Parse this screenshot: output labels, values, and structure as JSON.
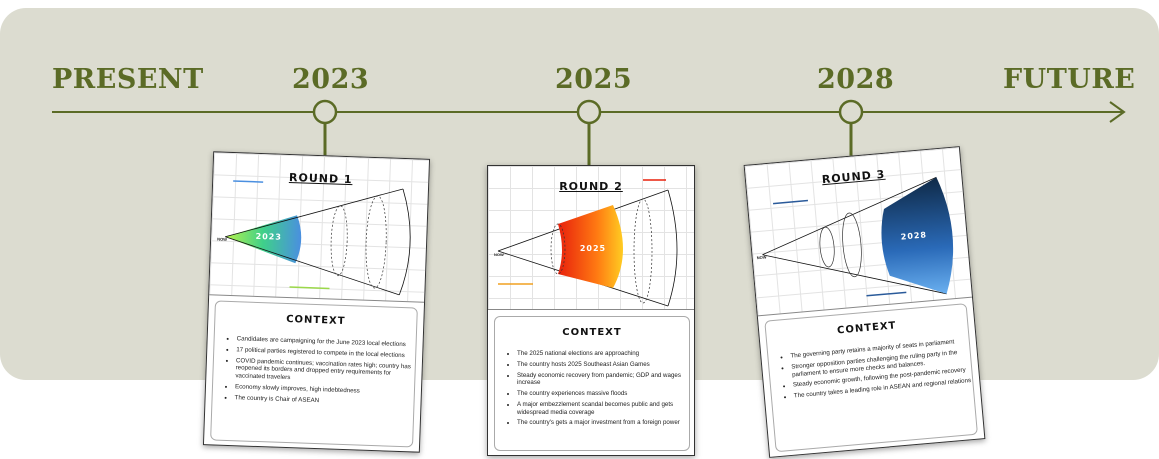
{
  "timeline": {
    "start_label": "PRESENT",
    "end_label": "FUTURE",
    "years": [
      "2023",
      "2025",
      "2028"
    ]
  },
  "colors": {
    "panel": "#dcdcd0",
    "accent": "#5b6b26"
  },
  "icons": [
    "arrow-right-icon"
  ],
  "cards": [
    {
      "round": "ROUND 1",
      "cone_label": "2023",
      "now_label": "NOW",
      "context_title": "CONTEXT",
      "points": [
        "Candidates are campaigning for the June 2023 local elections",
        "17 political parties registered to compete in the local elections",
        "COVID pandemic continues; vaccination rates high; country has reopened its borders and dropped entry requirements for vaccinated travelers",
        "Economy slowly improves, high indebtedness",
        "The country is Chair of ASEAN"
      ]
    },
    {
      "round": "ROUND 2",
      "cone_label": "2025",
      "now_label": "NOW",
      "context_title": "CONTEXT",
      "points": [
        "The 2025 national elections are approaching",
        "The country hosts 2025 Southeast Asian Games",
        "Steady economic recovery from pandemic; GDP and wages increase",
        "The country experiences massive floods",
        "A major embezzlement scandal becomes public and gets widespread media coverage",
        "The country's gets a major investment from a foreign power"
      ]
    },
    {
      "round": "ROUND 3",
      "cone_label": "2028",
      "now_label": "NOW",
      "context_title": "CONTEXT",
      "points": [
        "The governing party retains a majority of seats in parliament",
        "Stronger opposition parties challenging the ruling party in the parliament to ensure more checks and balances.",
        "Steady economic growth, following the post-pandemic recovery",
        "The country takes a leading role in ASEAN and regional relations"
      ]
    }
  ]
}
